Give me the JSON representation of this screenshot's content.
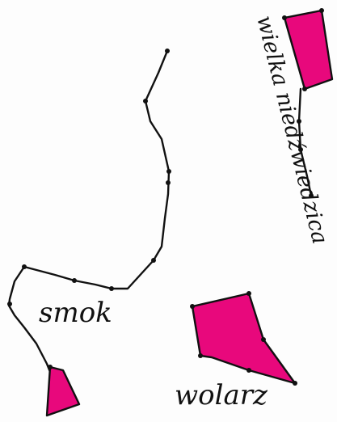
{
  "colors": {
    "accent": "#e8087c",
    "ink": "#111111"
  },
  "constellations": {
    "great_bear": {
      "label": "wielka niedźwiedzica"
    },
    "draco": {
      "label": "smok"
    },
    "bootes": {
      "label": "wolarz"
    }
  }
}
